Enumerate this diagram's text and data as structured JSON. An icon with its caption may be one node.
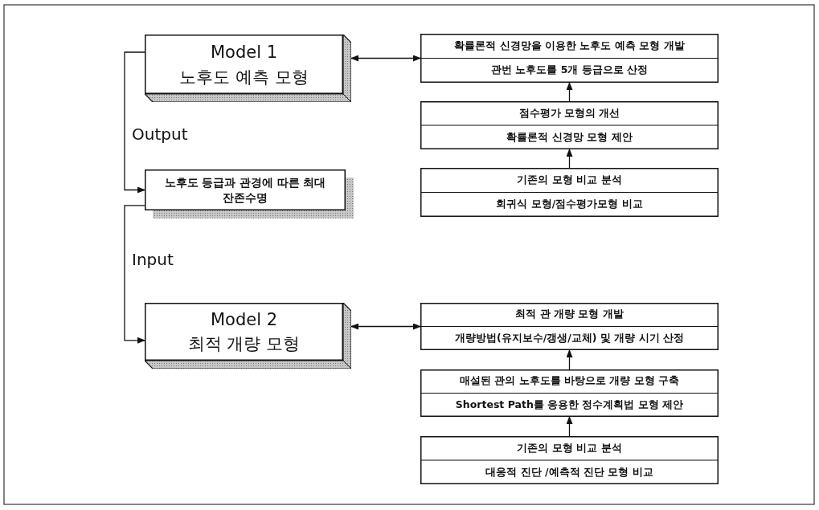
{
  "diagram": {
    "nodes": [
      {
        "text": [
          "Model 1",
          "노후도 예측 모형"
        ]
      },
      {
        "text": [
          "확률론적 신경망을 이용한 노후도 예측 모형 개발",
          "관번 노후도를 5개 등급으로 산정"
        ]
      },
      {
        "text": [
          "점수평가 모형의 개선",
          "확률론적 신경망 모형 제안"
        ]
      },
      {
        "text": [
          "기존의 모형 비교 분석",
          "회귀식 모형/점수평가모형 비교"
        ]
      },
      {
        "text": [
          "노후도 등급과 관경에 따른 최대 잔존수명"
        ]
      },
      {
        "text": [
          "Model 2",
          "최적 개량 모형"
        ]
      },
      {
        "text": [
          "최적 관 개량 모형 개발",
          "개량방법(유지보수/갱생/교체) 및 개량 시기 산정"
        ]
      },
      {
        "text": [
          "매설된 관의 노후도를 바탕으로 개량 모형 구축",
          "Shortest Path를 응용한 정수계획법 모형 제안"
        ]
      },
      {
        "text": [
          "기존의 모형 비교 분석",
          "대응적 진단 /예측적 진단 모형 비교"
        ]
      }
    ],
    "edges": [
      {
        "from": 0,
        "to": 1,
        "arrow": "both"
      },
      {
        "from": 2,
        "to": 1,
        "arrow": "to"
      },
      {
        "from": 3,
        "to": 2,
        "arrow": "to"
      },
      {
        "from": 0,
        "to": 4,
        "arrow": "to",
        "label": "Output"
      },
      {
        "from": 4,
        "to": 5,
        "arrow": "to",
        "label": "Input"
      },
      {
        "from": 5,
        "to": 6,
        "arrow": "both"
      },
      {
        "from": 7,
        "to": 6,
        "arrow": "to"
      },
      {
        "from": 8,
        "to": 7,
        "arrow": "to"
      }
    ]
  }
}
